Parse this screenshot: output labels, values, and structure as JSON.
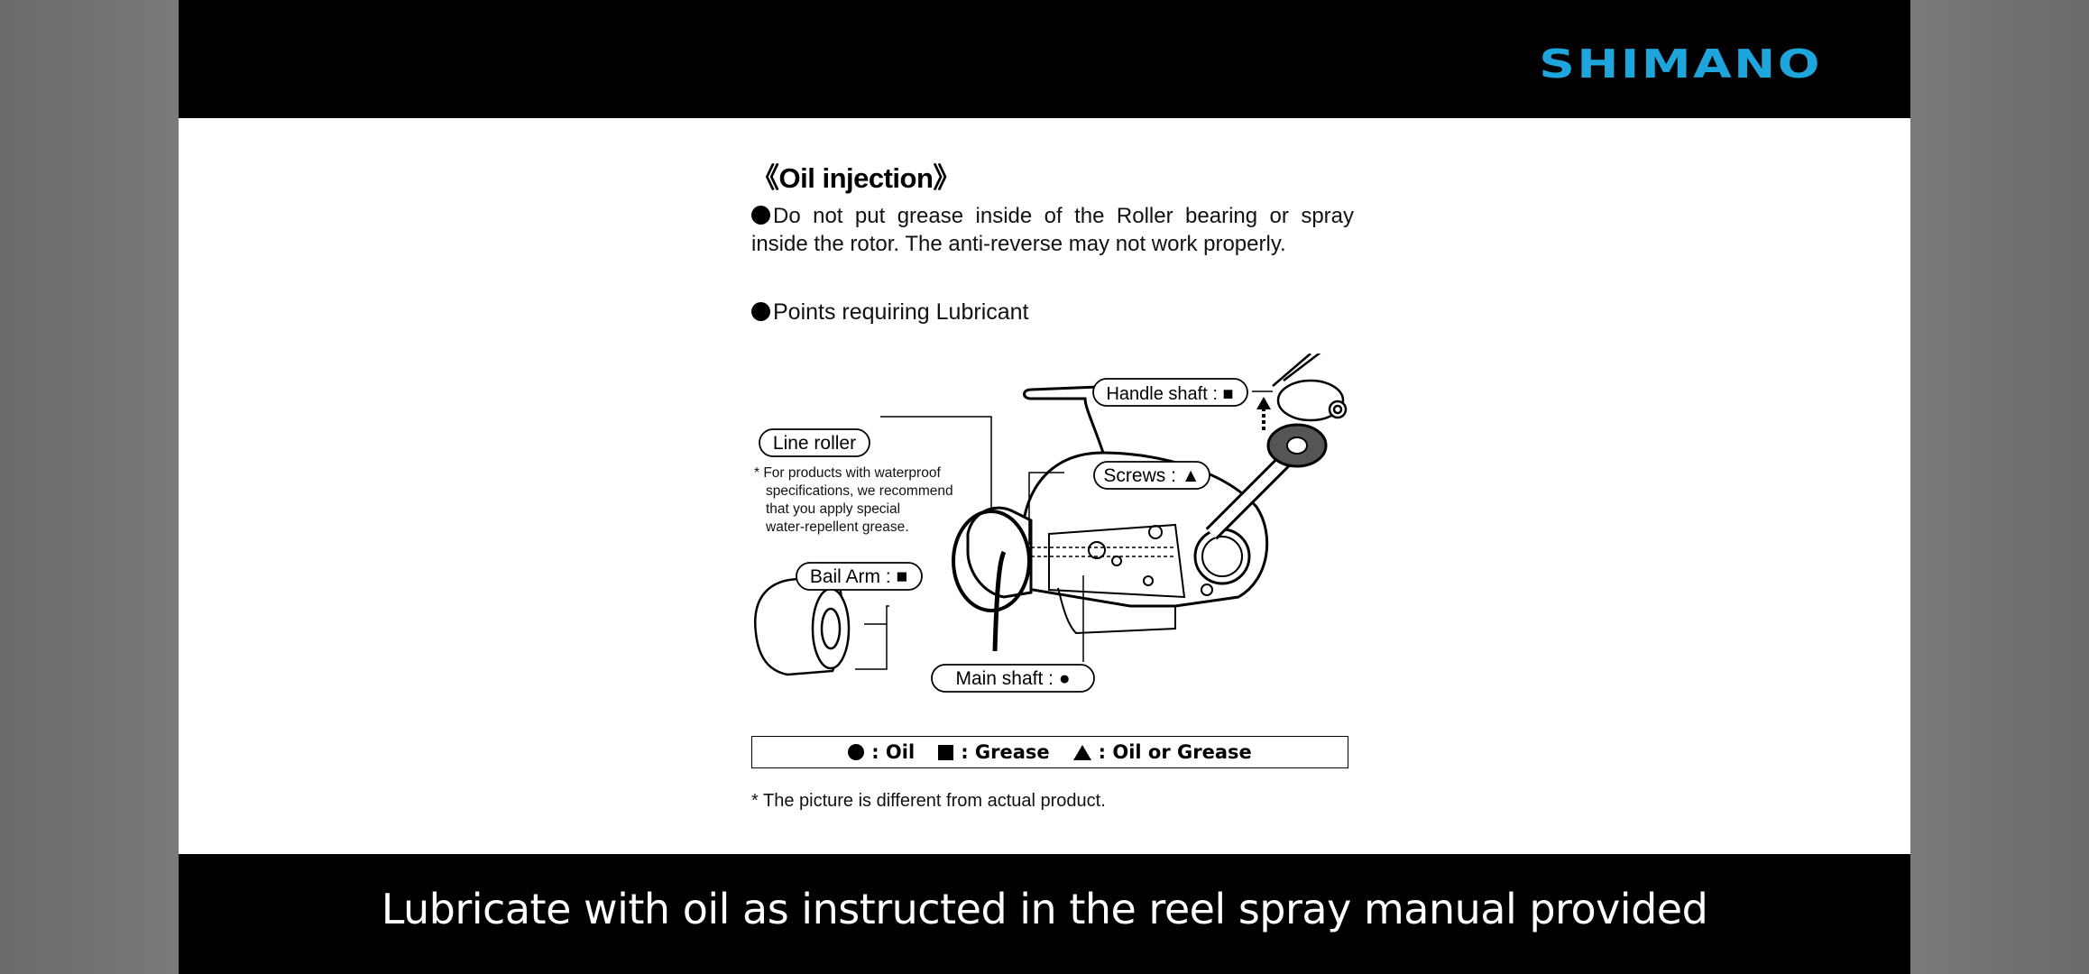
{
  "header": {
    "brand": "SHIMANO"
  },
  "document": {
    "title": "《Oil injection》",
    "note_grease": "Do not put grease inside of the Roller bearing or spray inside the rotor. The anti-reverse may not work properly.",
    "note_points": "Points requiring Lubricant",
    "labels": {
      "handle_shaft": "Handle shaft : ■",
      "line_roller": "Line roller",
      "waterproof_note": [
        "* For products with waterproof",
        "specifications, we recommend",
        "that you apply special",
        "water-repellent grease."
      ],
      "screws": "Screws : ▲",
      "bail_arm": "Bail Arm : ■",
      "main_shaft": "Main shaft : ●"
    },
    "legend": {
      "oil": ": Oil",
      "grease": ": Grease",
      "oil_or_grease": ": Oil or Grease"
    },
    "footnote": "* The picture is different from actual product."
  },
  "caption": "Lubricate with oil as instructed in the reel spray manual provided"
}
